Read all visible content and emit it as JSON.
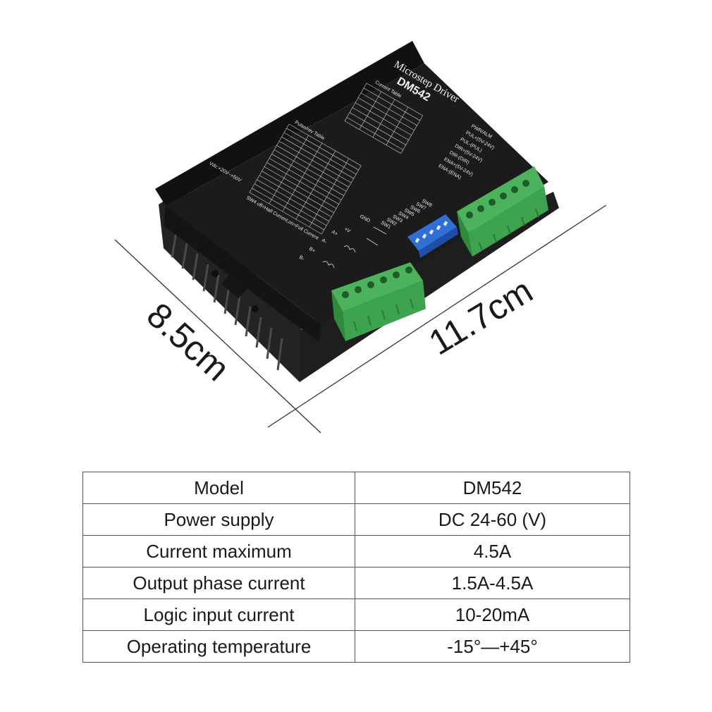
{
  "dimensions": {
    "width_label": "8.5cm",
    "length_label": "11.7cm"
  },
  "device": {
    "title": "Microstep Driver",
    "model": "DM542",
    "current_table_heading": "Current Table",
    "pulse_table_heading": "Pulse/rev Table",
    "sw4_note": "SW4 off=Half Current,on=Full Current",
    "vdc_note": "Vdc:+20V~+50V",
    "signal_labels": [
      "PWR/ALM",
      "PUL+(5V-24V)",
      "PUL-(PUL)",
      "DIR+(5V-24V)",
      "DIR-(DIR)",
      "ENA+(5V-24V)",
      "ENA-(ENA)"
    ],
    "switch_labels": [
      "SW8",
      "SW7",
      "SW6",
      "SW5",
      "SW4",
      "SW3",
      "SW2",
      "SW1"
    ],
    "power_labels": [
      "GND",
      "+V",
      "A+",
      "A-",
      "B+",
      "B-"
    ]
  },
  "specs": {
    "rows": [
      {
        "label": "Model",
        "value": "DM542"
      },
      {
        "label": "Power supply",
        "value": "DC 24-60 (V)"
      },
      {
        "label": "Current maximum",
        "value": "4.5A"
      },
      {
        "label": "Output phase current",
        "value": "1.5A-4.5A"
      },
      {
        "label": "Logic input current",
        "value": "10-20mA"
      },
      {
        "label": "Operating temperature",
        "value": "-15°—+45°"
      }
    ]
  },
  "colors": {
    "housing": "#1b1b1b",
    "heatsink": "#2a2a2a",
    "terminal_green": "#3ea34f",
    "dip_switch_blue": "#2f6fd6"
  }
}
